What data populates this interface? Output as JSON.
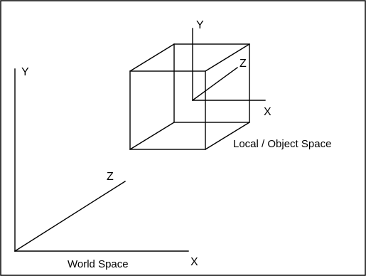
{
  "world_space": {
    "caption": "World Space",
    "axis_x": "X",
    "axis_y": "Y",
    "axis_z": "Z"
  },
  "local_space": {
    "caption": "Local / Object Space",
    "axis_x": "X",
    "axis_y": "Y",
    "axis_z": "Z"
  },
  "colors": {
    "line": "#000000",
    "background": "#ffffff"
  }
}
